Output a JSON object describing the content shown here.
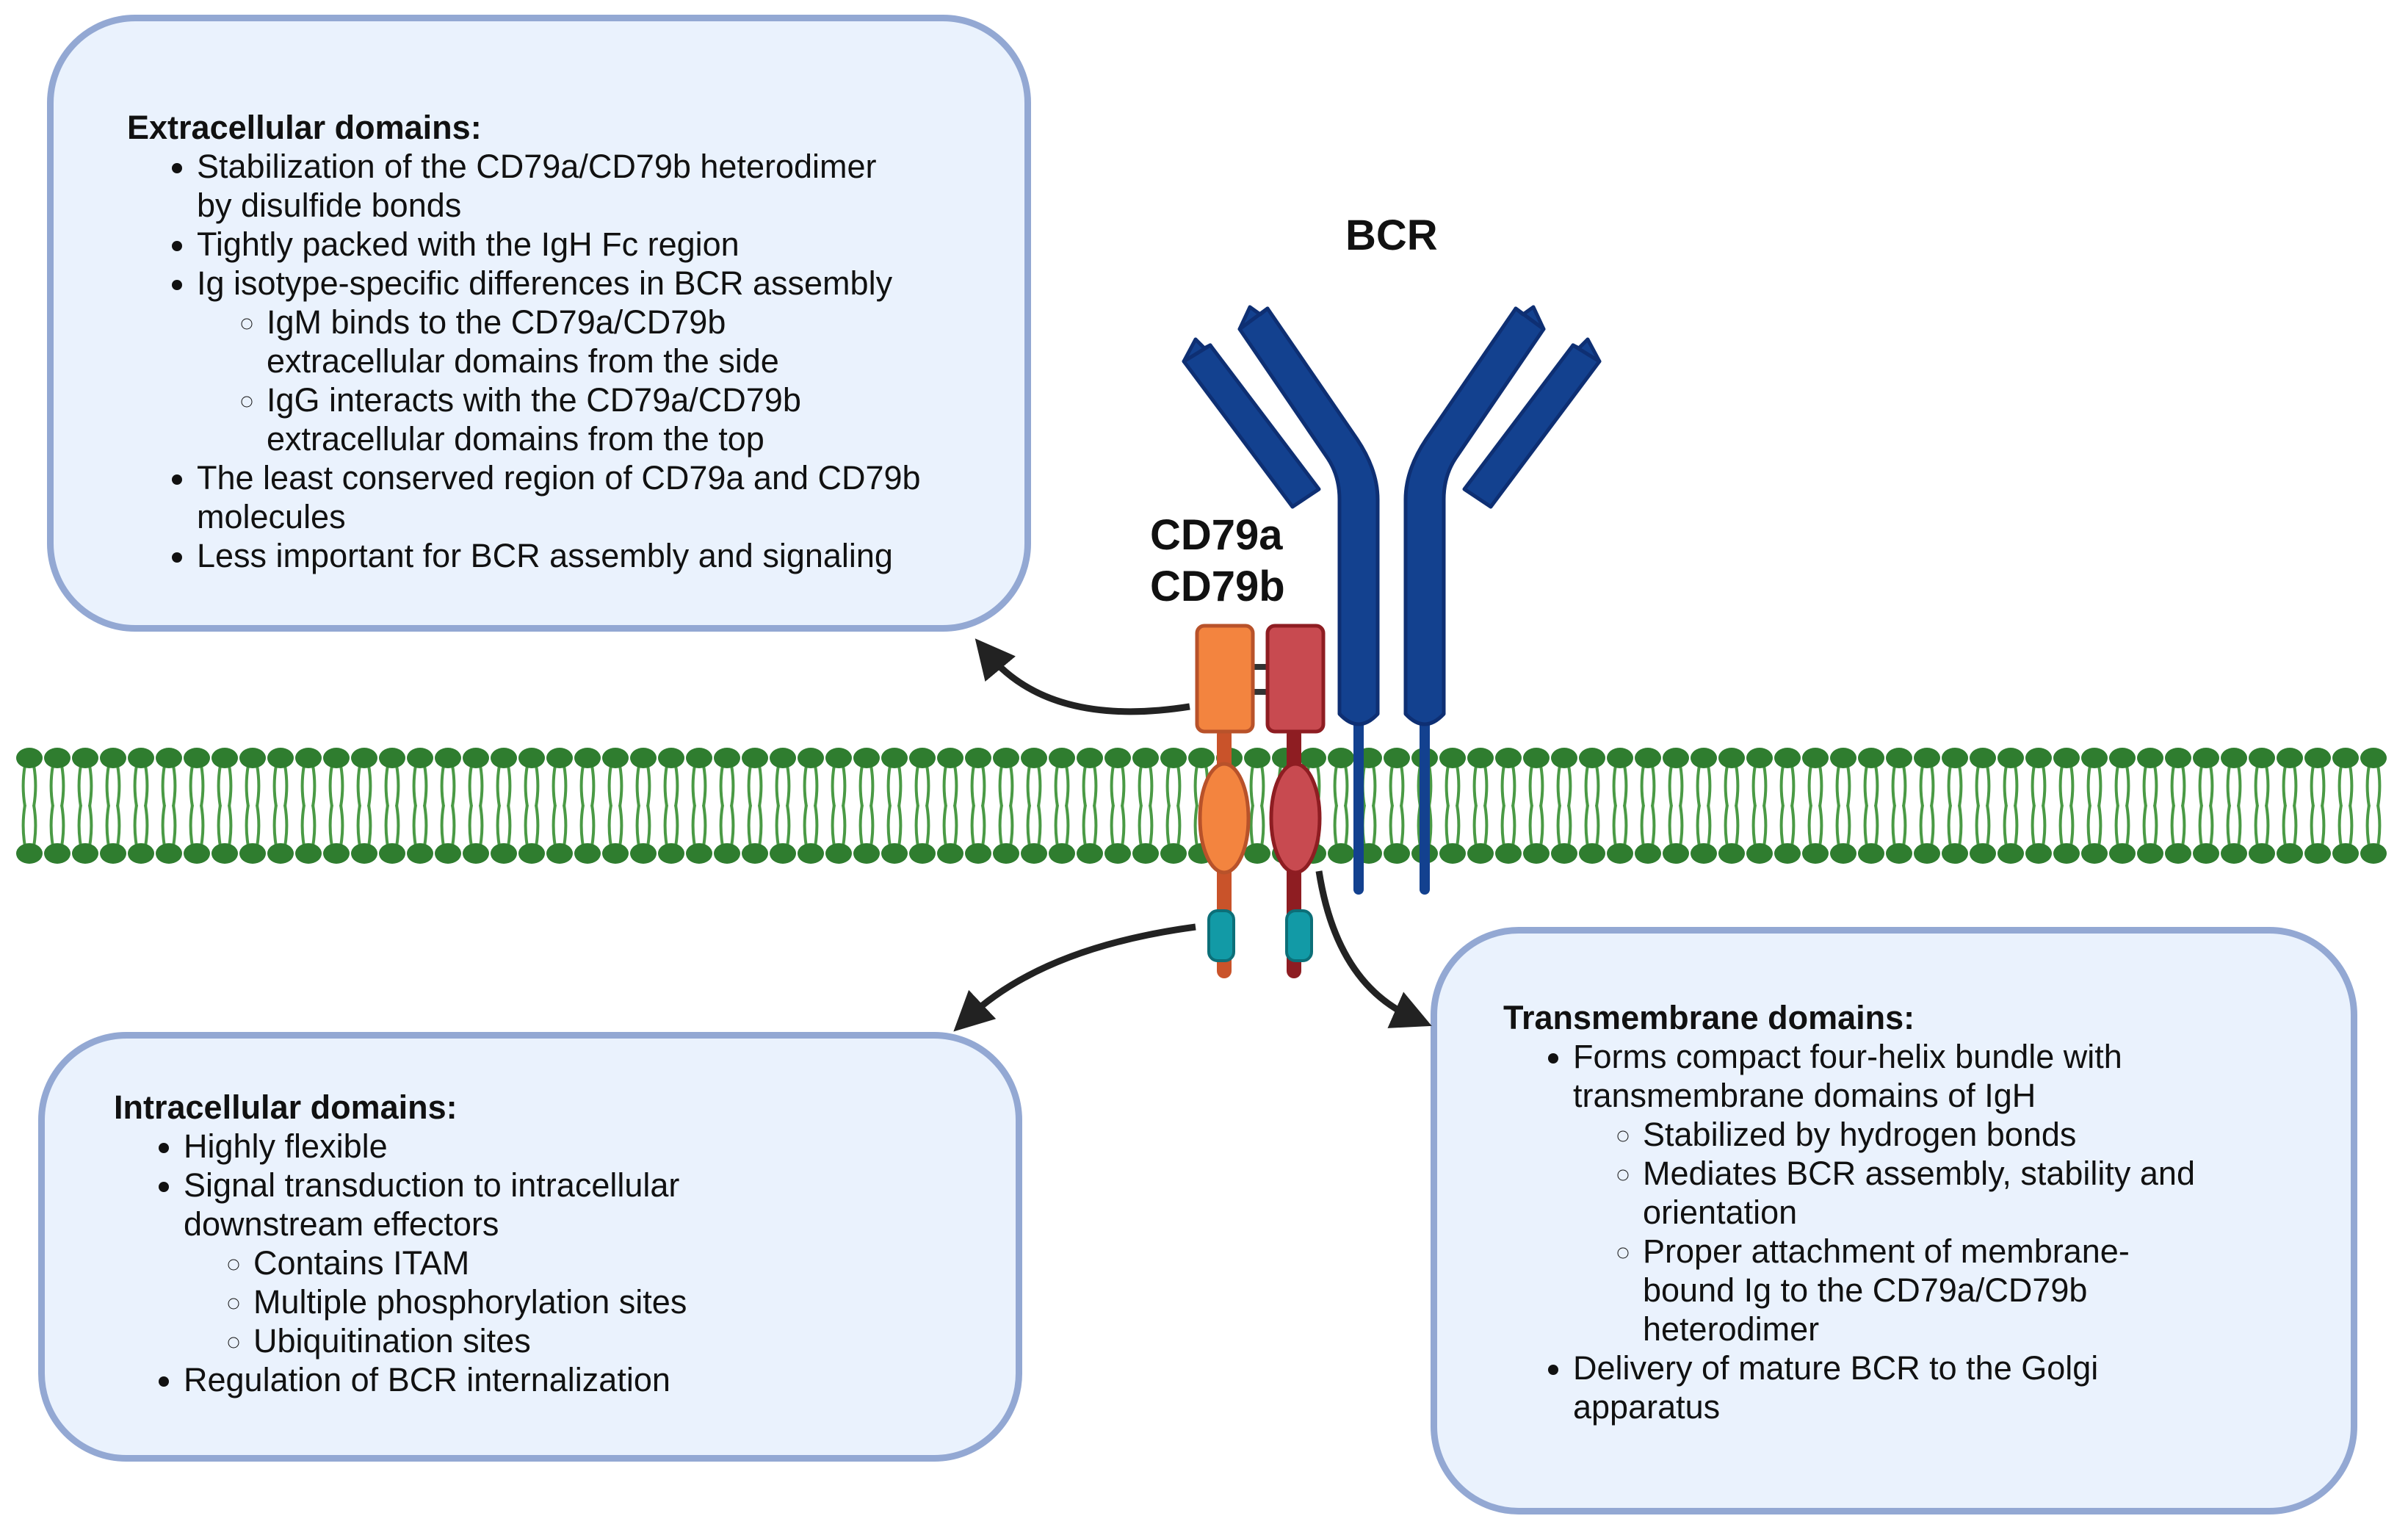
{
  "labels": {
    "bcr": "BCR",
    "cd79a": "CD79a",
    "cd79b": "CD79b"
  },
  "panels": {
    "extracellular": {
      "title": "Extracellular domains:",
      "items": [
        "Stabilization of the CD79a/CD79b heterodimer",
        "by disulfide bonds",
        "Tightly packed with the IgH Fc region",
        "Ig isotype-specific differences in BCR assembly",
        "IgM binds to the CD79a/CD79b",
        "extracellular domains from the side",
        "IgG interacts with the CD79a/CD79b",
        "extracellular domains from the top",
        "The least conserved region of CD79a and CD79b",
        "molecules",
        "Less important for BCR assembly and signaling"
      ]
    },
    "intracellular": {
      "title": "Intracellular domains:",
      "items": [
        "Highly flexible",
        "Signal transduction to intracellular",
        "downstream effectors",
        "Contains ITAM",
        "Multiple phosphorylation sites",
        "Ubiquitination sites",
        "Regulation of BCR internalization"
      ]
    },
    "transmembrane": {
      "title": "Transmembrane domains:",
      "items": [
        "Forms compact four-helix bundle with",
        "transmembrane domains of IgH",
        "Stabilized by hydrogen bonds",
        "Mediates BCR assembly, stability and",
        "orientation",
        "Proper attachment of membrane-",
        "bound Ig to the CD79a/CD79b",
        "heterodimer",
        "Delivery of mature BCR to the Golgi",
        "apparatus"
      ]
    }
  },
  "colors": {
    "panel_fill": "#eaf2fd",
    "panel_border": "#93a8d3",
    "membrane_green": "#2f7d2f",
    "membrane_tail": "#4a9a45",
    "antibody_blue": "#13418f",
    "antibody_outline": "#0e2f73",
    "cd79a_orange": "#f3843f",
    "cd79a_tail": "#c9532a",
    "cd79b_red": "#c84a50",
    "cd79b_tail": "#8e1d22",
    "itam_teal": "#129aa6",
    "arrow": "#222222"
  }
}
